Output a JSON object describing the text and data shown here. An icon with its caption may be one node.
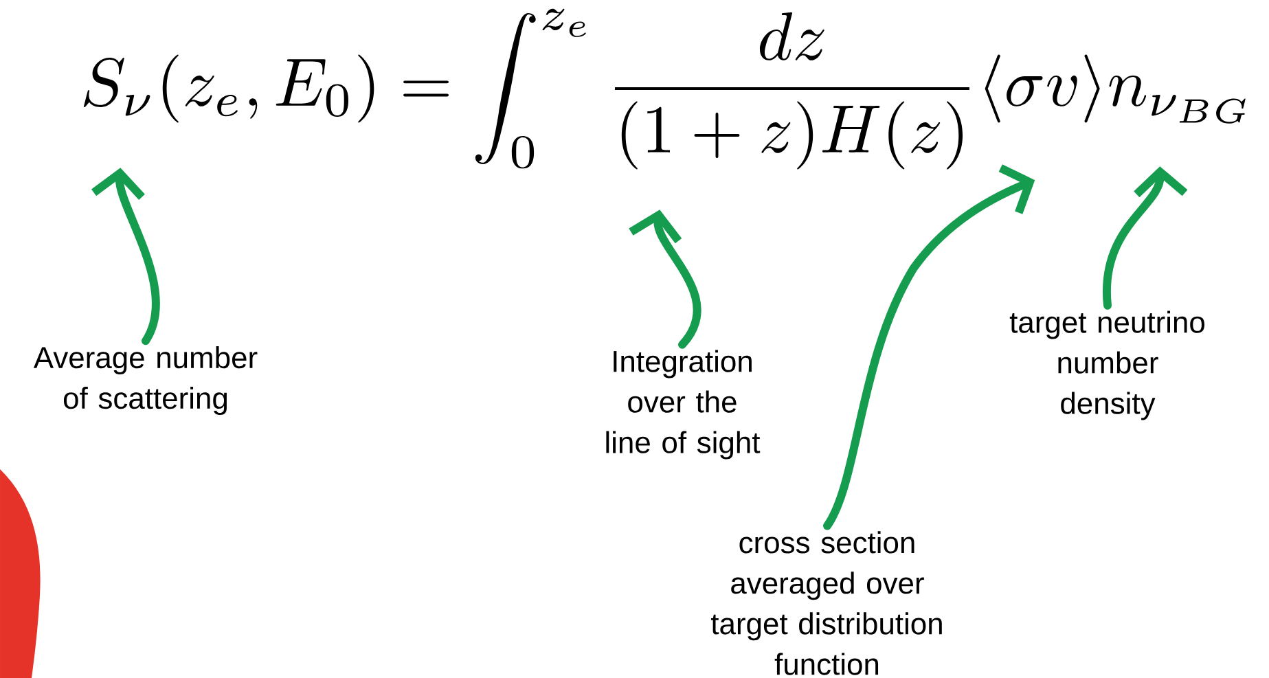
{
  "diagram": {
    "nodes": [
      {
        "text": [
          "S_\\nu(z_e,E_0)=\\int_0^{z_e}\\frac{dz}{(1+z)H(z)}\\langle\\sigma v\\rangle n_{\\nu_{BG}}"
        ]
      },
      {
        "text": [
          "Average number of scattering"
        ]
      },
      {
        "text": [
          "Integration over the line of sight"
        ]
      },
      {
        "text": [
          "cross section averaged over target distribution function"
        ]
      },
      {
        "text": [
          "target neutrino number density"
        ]
      }
    ],
    "edges": [
      {
        "from": 1,
        "to": 0,
        "arrow": "to"
      },
      {
        "from": 2,
        "to": 0,
        "arrow": "to"
      },
      {
        "from": 3,
        "to": 0,
        "arrow": "to"
      },
      {
        "from": 4,
        "to": 0,
        "arrow": "to"
      }
    ]
  }
}
